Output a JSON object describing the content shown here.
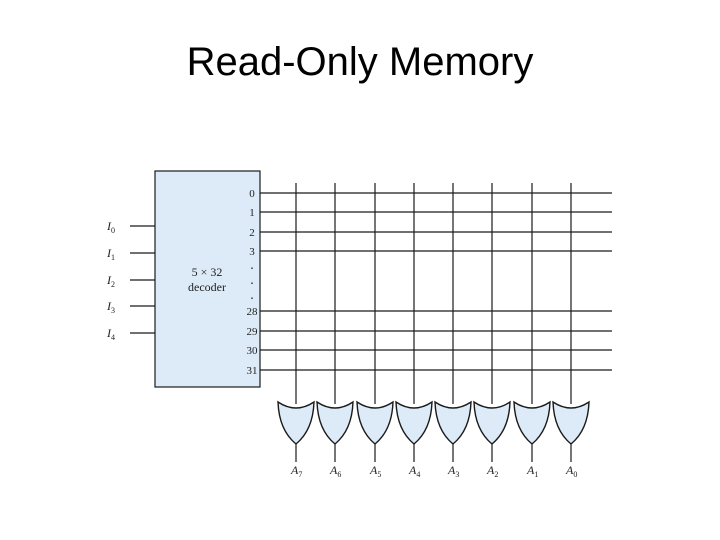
{
  "slide": {
    "title": "Read-Only Memory"
  },
  "decoder": {
    "label_line1": "5 × 32",
    "label_line2": "decoder",
    "inputs": [
      {
        "name": "I",
        "sub": "0"
      },
      {
        "name": "I",
        "sub": "1"
      },
      {
        "name": "I",
        "sub": "2"
      },
      {
        "name": "I",
        "sub": "3"
      },
      {
        "name": "I",
        "sub": "4"
      }
    ],
    "output_labels": [
      "0",
      "1",
      "2",
      "3",
      ".",
      ".",
      ".",
      "28",
      "29",
      "30",
      "31"
    ]
  },
  "outputs": [
    {
      "name": "A",
      "sub": "7"
    },
    {
      "name": "A",
      "sub": "6"
    },
    {
      "name": "A",
      "sub": "5"
    },
    {
      "name": "A",
      "sub": "4"
    },
    {
      "name": "A",
      "sub": "3"
    },
    {
      "name": "A",
      "sub": "2"
    },
    {
      "name": "A",
      "sub": "1"
    },
    {
      "name": "A",
      "sub": "0"
    }
  ],
  "colors": {
    "decoder_fill": "#dcebf7",
    "gate_fill": "#dcebf7",
    "line": "#1a1a1a"
  }
}
